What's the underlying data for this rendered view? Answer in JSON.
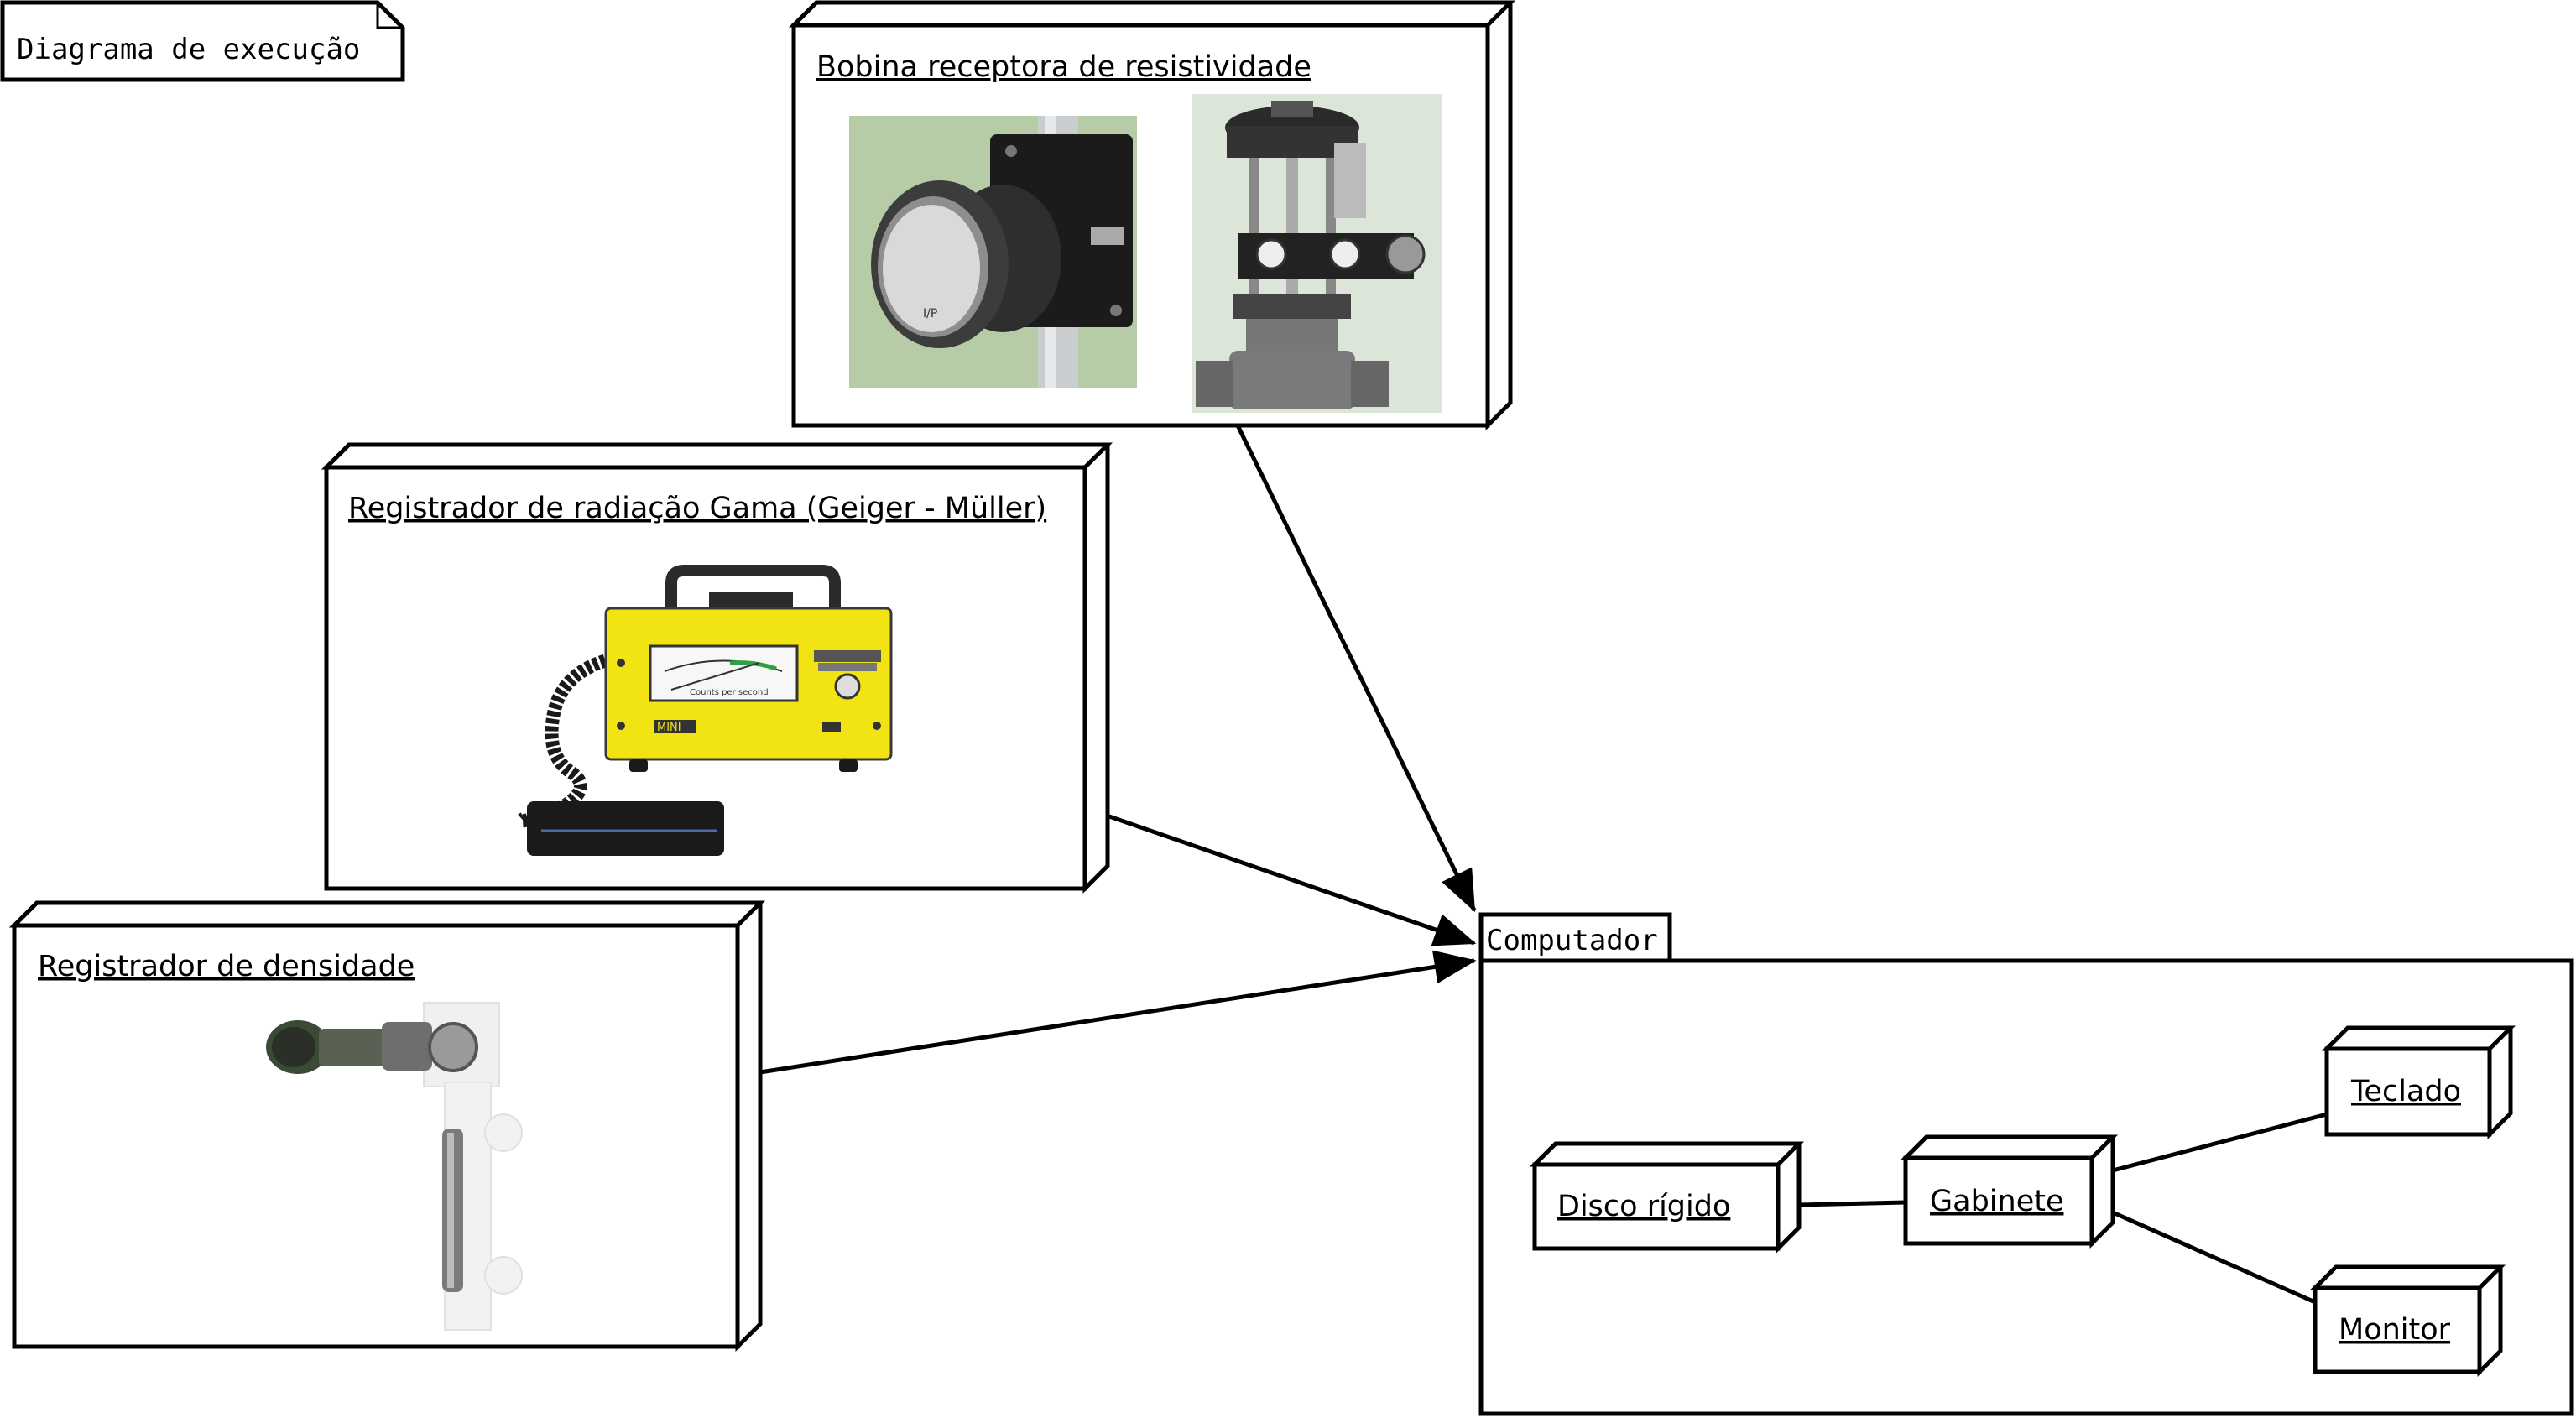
{
  "diagram": {
    "title": "Diagrama de execução",
    "nodes": {
      "bobina": {
        "label": "Bobina receptora de resistividade"
      },
      "gama": {
        "label": "Registrador de radiação Gama (Geiger - Müller)"
      },
      "densidade": {
        "label": "Registrador de densidade"
      },
      "computador": {
        "label": "Computador"
      },
      "disco": {
        "label": "Disco rígido"
      },
      "gabinete": {
        "label": "Gabinete"
      },
      "teclado": {
        "label": "Teclado"
      },
      "monitor": {
        "label": "Monitor"
      }
    },
    "device_images": {
      "transducer": {
        "label": "I/P"
      },
      "meter_scale": {
        "label": "Counts per second"
      },
      "meter_badge": {
        "label": "MINI"
      }
    }
  },
  "colors": {
    "stroke": "#000000",
    "background": "#ffffff",
    "photo_bg_green": "#b5cca7",
    "photo_bg_light": "#dce6d8",
    "meter_yellow": "#f2e312"
  }
}
